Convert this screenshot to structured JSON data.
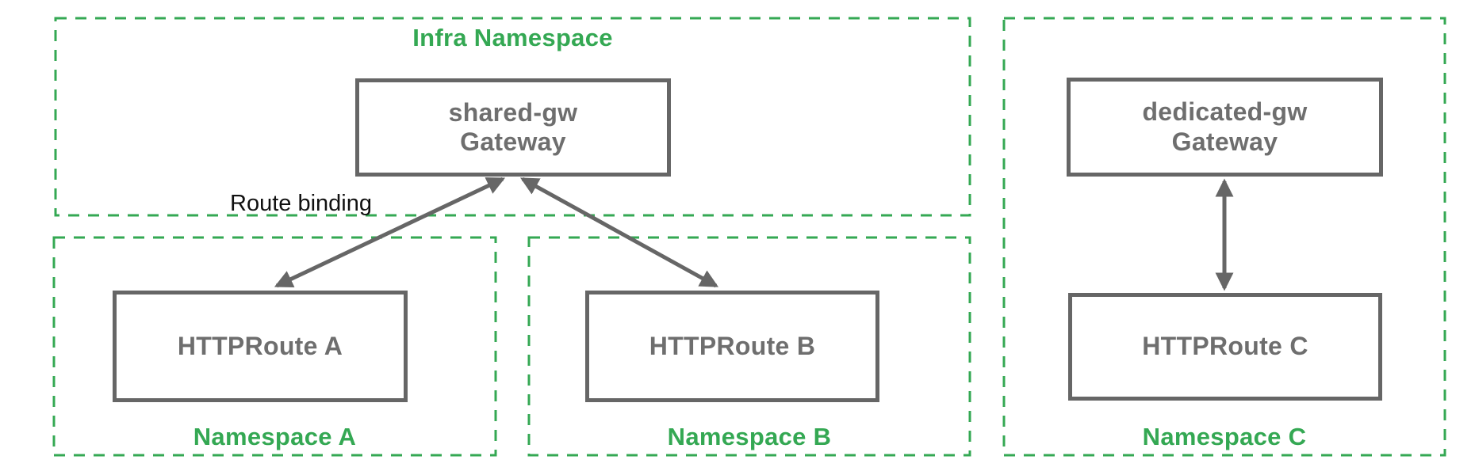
{
  "colors": {
    "green": "#34a853",
    "gray": "#666666",
    "node_text": "#6e6e6e",
    "annotation": "#111111"
  },
  "namespaces": [
    {
      "id": "infra",
      "label": "Infra Namespace",
      "label_position": "top"
    },
    {
      "id": "a",
      "label": "Namespace A",
      "label_position": "bottom"
    },
    {
      "id": "b",
      "label": "Namespace B",
      "label_position": "bottom"
    },
    {
      "id": "c",
      "label": "Namespace C",
      "label_position": "bottom"
    }
  ],
  "nodes": [
    {
      "id": "shared-gw",
      "name": "shared-gw",
      "kind": "Gateway",
      "namespace": "Infra Namespace"
    },
    {
      "id": "httproute-a",
      "name": "HTTPRoute A",
      "namespace": "Namespace A"
    },
    {
      "id": "httproute-b",
      "name": "HTTPRoute B",
      "namespace": "Namespace B"
    },
    {
      "id": "dedicated-gw",
      "name": "dedicated-gw",
      "kind": "Gateway",
      "namespace": "Namespace C"
    },
    {
      "id": "httproute-c",
      "name": "HTTPRoute C",
      "namespace": "Namespace C"
    }
  ],
  "edges": [
    {
      "from": "HTTPRoute A",
      "to": "shared-gw Gateway",
      "type": "bidirectional-arrow"
    },
    {
      "from": "HTTPRoute B",
      "to": "shared-gw Gateway",
      "type": "bidirectional-arrow"
    },
    {
      "from": "HTTPRoute C",
      "to": "dedicated-gw Gateway",
      "type": "bidirectional-arrow"
    }
  ],
  "annotations": {
    "route_binding": "Route binding"
  }
}
